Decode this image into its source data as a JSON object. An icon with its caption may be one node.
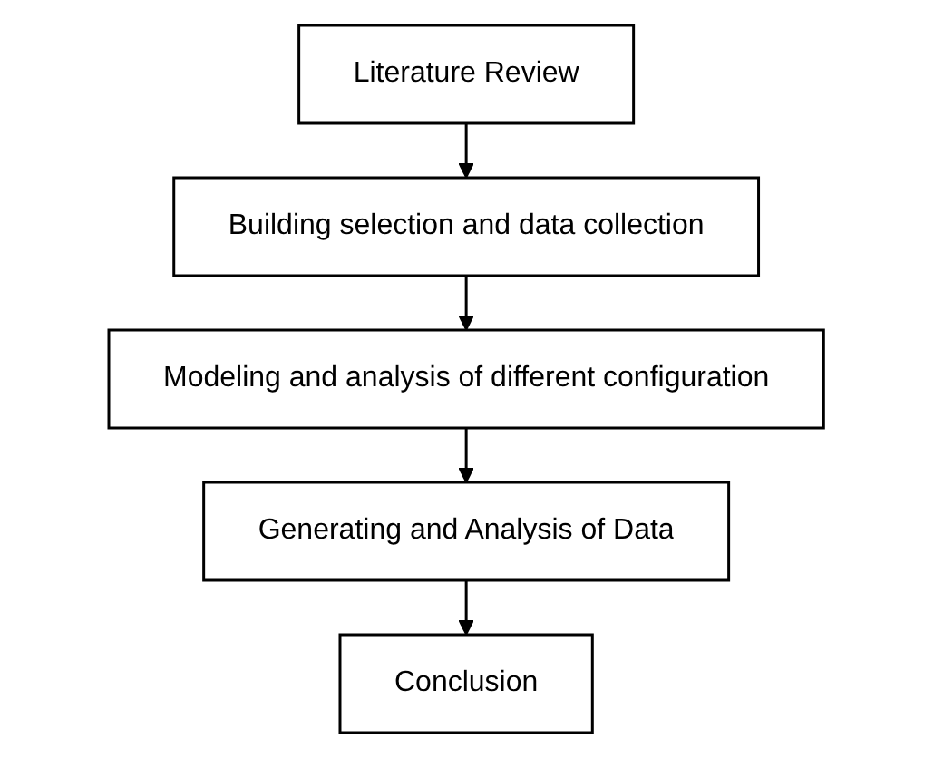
{
  "diagram": {
    "nodes": [
      {
        "text": [
          "Literature Review"
        ]
      },
      {
        "text": [
          "Building selection and data collection"
        ]
      },
      {
        "text": [
          "Modeling and analysis of different configuration"
        ]
      },
      {
        "text": [
          "Generating and Analysis of Data"
        ]
      },
      {
        "text": [
          "Conclusion"
        ]
      }
    ],
    "edges": [
      {
        "from": 0,
        "to": 1,
        "arrow": "to"
      },
      {
        "from": 1,
        "to": 2,
        "arrow": "to"
      },
      {
        "from": 2,
        "to": 3,
        "arrow": "to"
      },
      {
        "from": 3,
        "to": 4,
        "arrow": "to"
      }
    ]
  }
}
